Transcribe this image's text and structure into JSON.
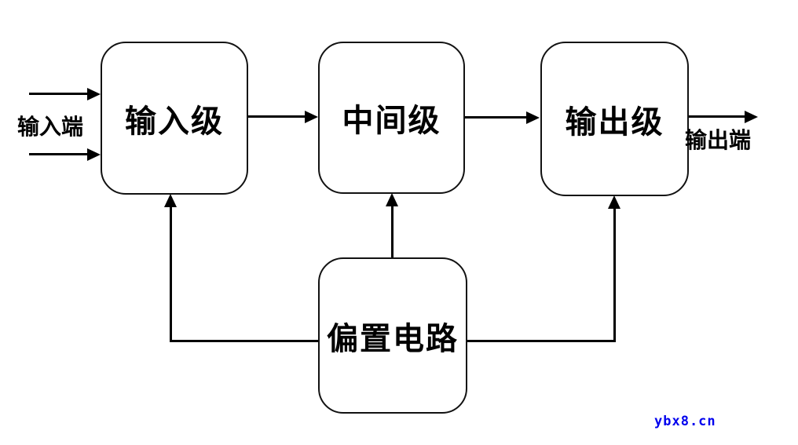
{
  "diagram": {
    "title_hint": "amplifier-stage-block-diagram",
    "nodes": [
      {
        "id": "input-stage",
        "label": "输入级"
      },
      {
        "id": "middle-stage",
        "label": "中间级"
      },
      {
        "id": "output-stage",
        "label": "输出级"
      },
      {
        "id": "bias-circuit",
        "label": "偏置电路"
      }
    ],
    "terminals": {
      "input_label": "输入端",
      "output_label": "输出端"
    },
    "connections": [
      {
        "from": "输入端",
        "to": "输入级",
        "style": "double-arrow-in"
      },
      {
        "from": "输入级",
        "to": "中间级",
        "style": "arrow"
      },
      {
        "from": "中间级",
        "to": "输出级",
        "style": "arrow"
      },
      {
        "from": "输出级",
        "to": "输出端",
        "style": "arrow"
      },
      {
        "from": "偏置电路",
        "to": "输入级",
        "style": "arrow"
      },
      {
        "from": "偏置电路",
        "to": "中间级",
        "style": "arrow"
      },
      {
        "from": "偏置电路",
        "to": "输出级",
        "style": "arrow"
      }
    ],
    "line_color": "#000000",
    "background_color": "#ffffff"
  },
  "watermark": {
    "text": "ybx8.cn",
    "color": "#0000EE"
  }
}
